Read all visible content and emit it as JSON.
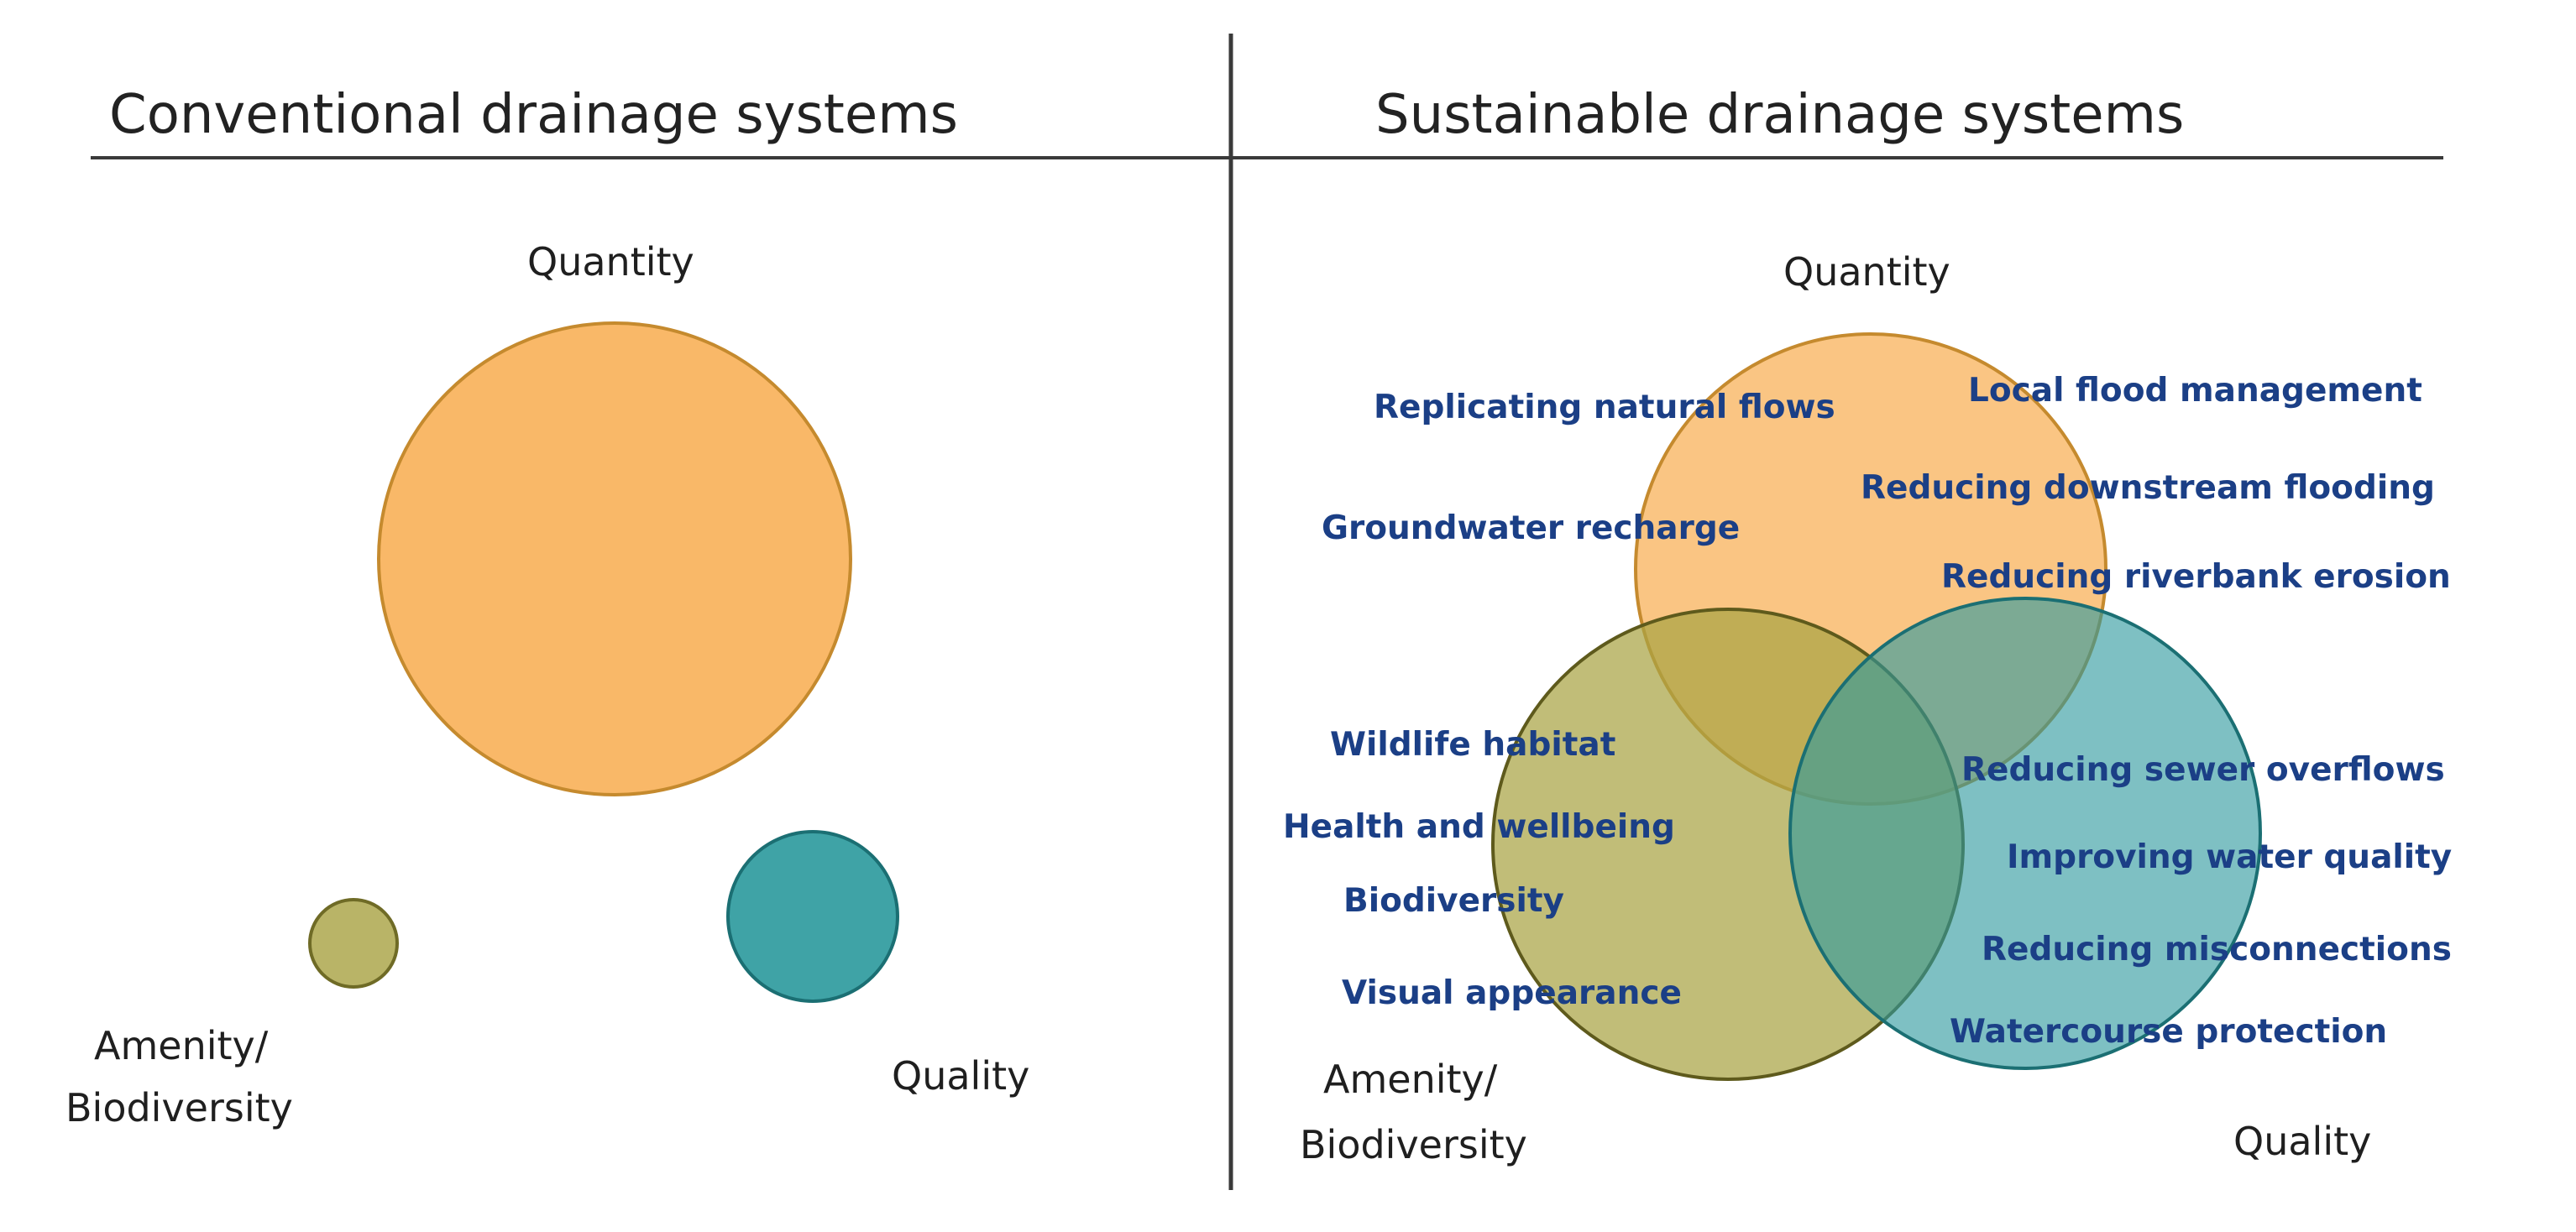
{
  "left_panel": {
    "title": "Conventional drainage systems",
    "quantity_label": "Quantity",
    "amenity_label_line1": "Amenity/",
    "amenity_label_line2": "Biodiversity",
    "quality_label": "Quality"
  },
  "right_panel": {
    "title": "Sustainable drainage systems",
    "quantity_label": "Quantity",
    "amenity_label_line1": "Amenity/",
    "amenity_label_line2": "Biodiversity",
    "quality_label": "Quality",
    "quantity_benefits": [
      "Replicating natural flows",
      "Local flood management",
      "Reducing downstream flooding",
      "Groundwater recharge",
      "Reducing riverbank erosion"
    ],
    "amenity_benefits": [
      "Wildlife habitat",
      "Health and wellbeing",
      "Biodiversity",
      "Visual appearance"
    ],
    "quality_benefits": [
      "Reducing sewer overflows",
      "Improving water quality",
      "Reducing misconnections",
      "Watercourse  protection"
    ]
  },
  "colors": {
    "quantity_fill": "#f9b868",
    "quantity_stroke": "#c58a2e",
    "amenity_fill": "#b9b467",
    "amenity_stroke": "#6f6b26",
    "quality_fill": "#3fa3a6",
    "quality_stroke": "#1b6f73",
    "benefit_text": "#1b3f86",
    "rule": "#3a3a3a"
  }
}
